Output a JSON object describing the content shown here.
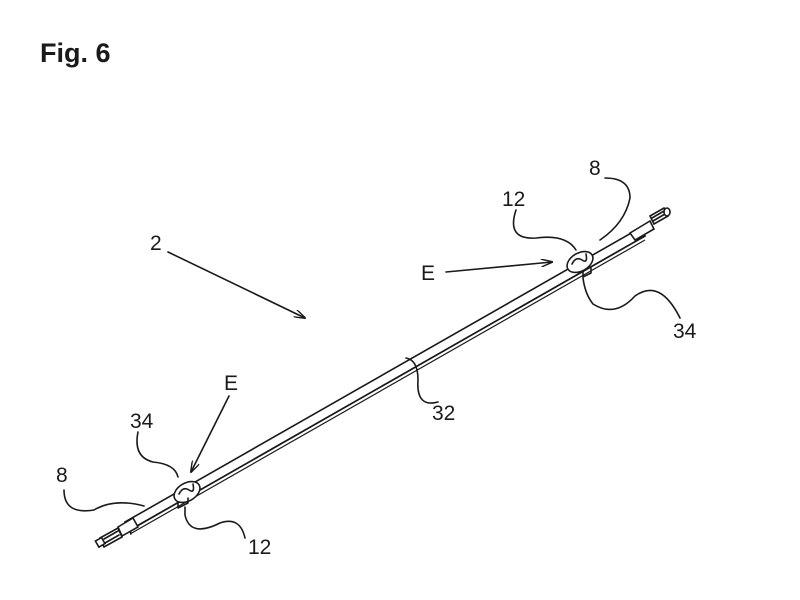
{
  "figure": {
    "title": "Fig. 6",
    "labels": {
      "assembly": "2",
      "center_part": "32",
      "right_E": "E",
      "right_12": "12",
      "right_8": "8",
      "right_34": "34",
      "left_E": "E",
      "left_34": "34",
      "left_8": "8",
      "left_12": "12"
    }
  }
}
